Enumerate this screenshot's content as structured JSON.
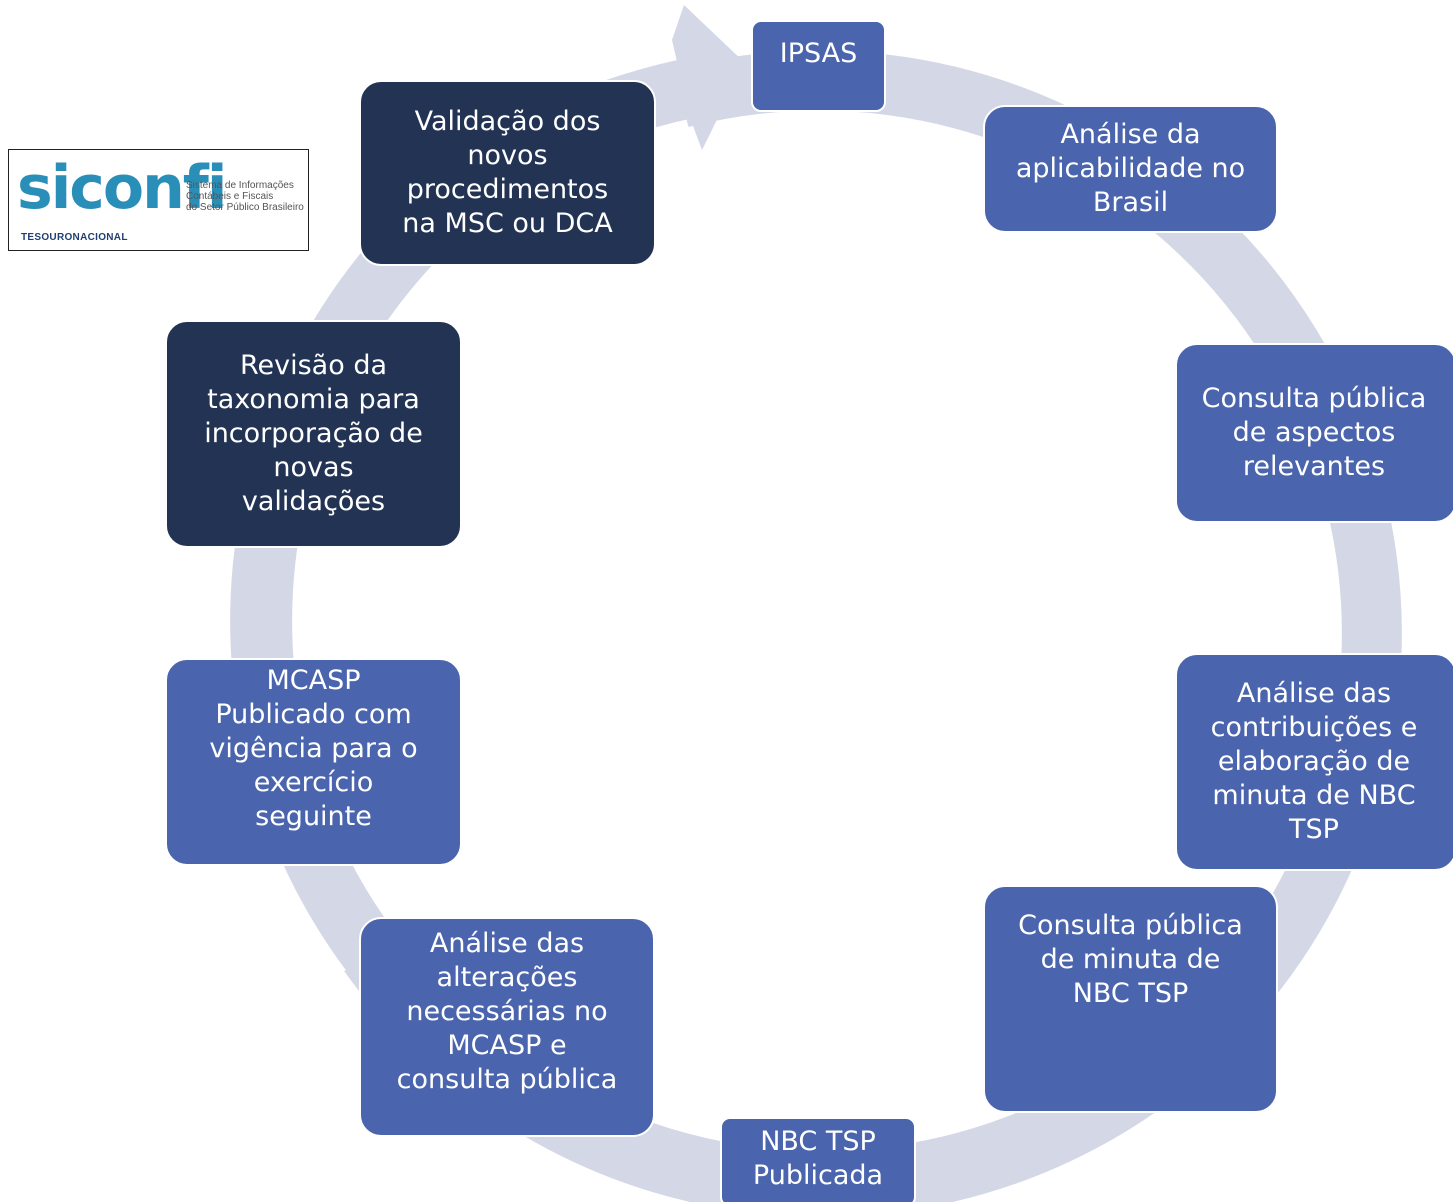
{
  "colors": {
    "ring": "#d4d8e6",
    "step_blue": "#4a64ad",
    "step_dark": "#223353",
    "logo_blue": "#2a8fb8",
    "logo_navy": "#1f3f73"
  },
  "logo": {
    "wordmark": "siconfi",
    "description": "Sistema de Informações\nContábeis e Fiscais\ndo Setor Público Brasileiro",
    "agency": "TESOURONACIONAL"
  },
  "cycle": {
    "steps": [
      {
        "id": "ipsas",
        "label": "IPSAS"
      },
      {
        "id": "aplicabilidade",
        "label": "Análise da\naplicabilidade no\nBrasil"
      },
      {
        "id": "consulta_aspectos",
        "label": "Consulta pública\nde aspectos\nrelevantes"
      },
      {
        "id": "contribuicoes",
        "label": "Análise das\ncontribuições e\nelaboração de\nminuta de NBC\nTSP"
      },
      {
        "id": "consulta_minuta",
        "label": "Consulta pública\nde minuta de\nNBC TSP"
      },
      {
        "id": "nbc_publicada",
        "label": "NBC TSP\nPublicada"
      },
      {
        "id": "alteracoes_mcasp",
        "label": "Análise das\nalterações\nnecessárias no\nMCASP e\nconsulta pública"
      },
      {
        "id": "mcasp_publicado",
        "label": "MCASP\nPublicado com\nvigência para o\nexercício\nseguinte"
      },
      {
        "id": "taxonomia",
        "label": "Revisão da\ntaxonomia para\nincorporação de\nnovas\nvalidações"
      },
      {
        "id": "validacao",
        "label": "Validação dos\nnovos\nprocedimentos\nna MSC ou DCA"
      }
    ]
  }
}
